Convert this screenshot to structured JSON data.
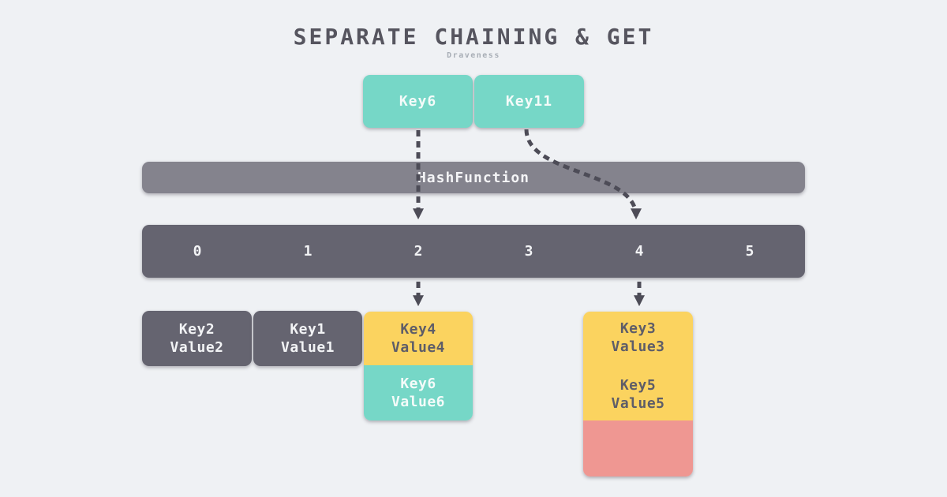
{
  "title": "SEPARATE CHAINING & GET",
  "subtitle": "Draveness",
  "keys": [
    {
      "label": "Key6"
    },
    {
      "label": "Key11"
    }
  ],
  "hash_function": {
    "label": "HashFunction"
  },
  "bucket_array": {
    "indices": [
      "0",
      "1",
      "2",
      "3",
      "4",
      "5"
    ]
  },
  "chains": [
    {
      "bucket": "0",
      "entries": [
        {
          "key": "Key2",
          "value": "Value2",
          "variant": "dark"
        }
      ]
    },
    {
      "bucket": "1",
      "entries": [
        {
          "key": "Key1",
          "value": "Value1",
          "variant": "dark"
        }
      ]
    },
    {
      "bucket": "2",
      "entries": [
        {
          "key": "Key4",
          "value": "Value4",
          "variant": "yellow"
        },
        {
          "key": "Key6",
          "value": "Value6",
          "variant": "teal"
        }
      ]
    },
    {
      "bucket": "4",
      "entries": [
        {
          "key": "Key3",
          "value": "Value3",
          "variant": "yellow"
        },
        {
          "key": "Key5",
          "value": "Value5",
          "variant": "yellow"
        },
        {
          "key": "",
          "value": "",
          "variant": "red-empty"
        }
      ]
    }
  ],
  "arrows": [
    {
      "name": "key6-to-bucket-2",
      "style": "dashed-straight"
    },
    {
      "name": "key11-to-bucket-4",
      "style": "dashed-curve"
    },
    {
      "name": "bucket-2-to-chain",
      "style": "dashed-straight"
    },
    {
      "name": "bucket-4-to-chain",
      "style": "dashed-straight"
    }
  ],
  "colors": {
    "background": "#eff1f4",
    "teal": "#76d7c7",
    "yellow": "#fbd35f",
    "salmon": "#ef9792",
    "slate_dark": "#656470",
    "slate_light": "#84838d",
    "arrow": "#4d4c57",
    "title_text": "#56555f",
    "subtitle_text": "#a8aeb6"
  }
}
